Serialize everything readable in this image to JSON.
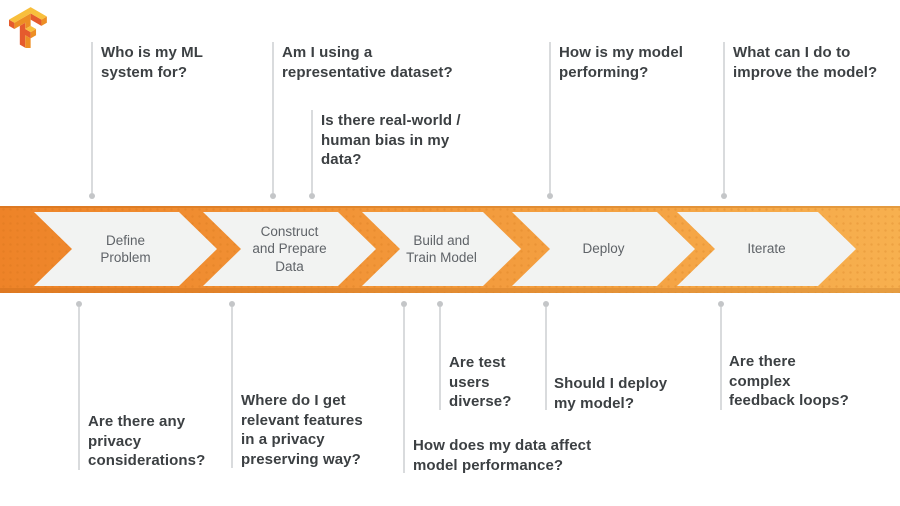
{
  "logo": {
    "name": "TensorFlow"
  },
  "colors": {
    "band_start": "#ee8328",
    "band_end": "#f7b04f",
    "chevron_fill": "#f2f3f2",
    "question_color": "#3c4043",
    "stage_label_color": "#5f6368",
    "line_color": "#d9dbdd",
    "dot_color": "#c4c6c8",
    "logo_dark": "#e55b2d",
    "logo_mid": "#ed8e24",
    "logo_light": "#f8bf3c"
  },
  "pipeline": {
    "stages": [
      {
        "label": "Define\nProblem"
      },
      {
        "label": "Construct\nand Prepare\nData"
      },
      {
        "label": "Build and\nTrain Model"
      },
      {
        "label": "Deploy"
      },
      {
        "label": "Iterate"
      }
    ]
  },
  "questions_top": [
    {
      "text": "Who is my ML\nsystem for?"
    },
    {
      "text": "Am I using a\nrepresentative dataset?"
    },
    {
      "text": "Is there real-world /\nhuman bias in my\ndata?"
    },
    {
      "text": "How is my model\nperforming?"
    },
    {
      "text": "What can I do to\nimprove the model?"
    }
  ],
  "questions_bottom": [
    {
      "text": "Are there any\nprivacy\nconsiderations?"
    },
    {
      "text": "Where do I get\nrelevant features\nin a privacy\npreserving way?"
    },
    {
      "text": "How does my data affect\nmodel performance?"
    },
    {
      "text": "Are test\nusers\ndiverse?"
    },
    {
      "text": "Should I deploy\nmy model?"
    },
    {
      "text": "Are there\ncomplex\nfeedback loops?"
    }
  ]
}
